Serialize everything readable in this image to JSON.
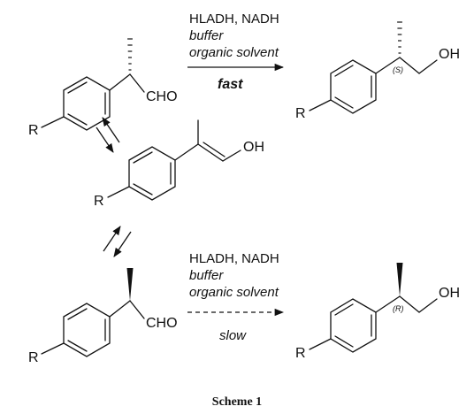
{
  "colors": {
    "ink": "#111111",
    "background": "#ffffff"
  },
  "reaction_top": {
    "reagents": "HLADH, NADH",
    "buffer": "buffer",
    "solvent": "organic solvent",
    "rate": "fast"
  },
  "reaction_bottom": {
    "reagents": "HLADH, NADH",
    "buffer": "buffer",
    "solvent": "organic solvent",
    "rate": "slow"
  },
  "atoms": {
    "r": "R",
    "cho": "CHO",
    "oh": "OH"
  },
  "stereo": {
    "s": "(S)",
    "r": "(R)"
  },
  "caption": "Scheme 1"
}
